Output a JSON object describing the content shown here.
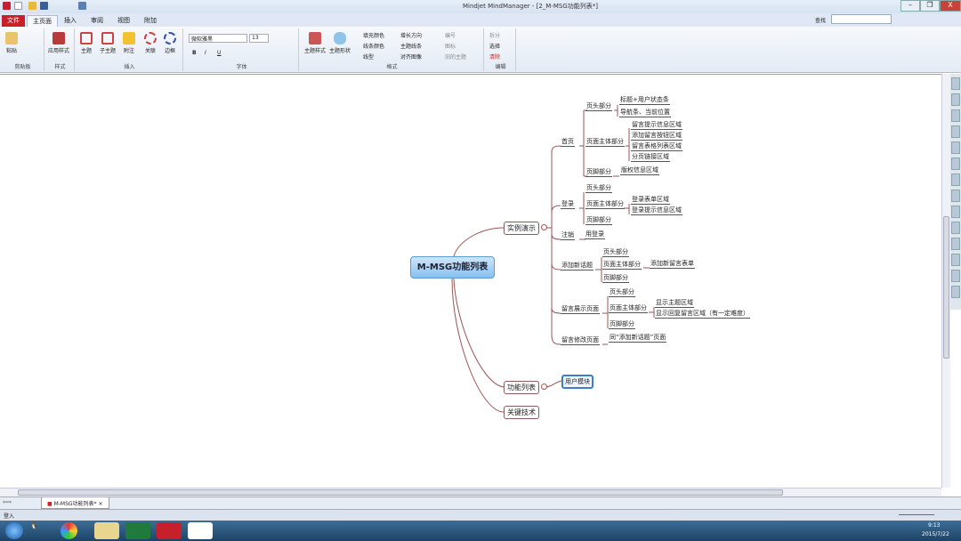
{
  "window": {
    "title": "Mindjet MindManager - [2_M-MSG功能列表*]",
    "close": "X"
  },
  "ribbon_tabs": [
    "文件",
    "主页面",
    "插入",
    "审阅",
    "视图",
    "附加"
  ],
  "ribbon": {
    "clipboard": {
      "label": "剪贴板",
      "paste": "粘贴"
    },
    "style": {
      "label": "样式",
      "item": "应用样式"
    },
    "insert": {
      "label": "插入",
      "items": [
        "主题",
        "子主题",
        "附注",
        "关联",
        "边框"
      ]
    },
    "font": {
      "label": "字体",
      "name": "微软雅黑",
      "size": "13",
      "bold": "B",
      "italic": "I",
      "underline": "U"
    },
    "format": {
      "label": "格式",
      "items": [
        "主题样式",
        "主题形状"
      ],
      "small": [
        "填充颜色",
        "线条颜色",
        "线型",
        "增长方向",
        "主题线条",
        "对齐图像",
        "编号",
        "图标",
        "旧的主题"
      ]
    },
    "edit": {
      "label": "编辑",
      "items": [
        "拆分",
        "选择",
        "清除"
      ]
    }
  },
  "search": {
    "label": "查找",
    "value": ""
  },
  "mindmap": {
    "central": "M-MSG功能列表",
    "main": [
      "实例演示",
      "功能列表",
      "关键技术"
    ],
    "selected": "用户模块",
    "sections": [
      {
        "label": "首页",
        "children": [
          {
            "label": "页头部分",
            "children": [
              "标题+用户状态条",
              "导航条、当前位置"
            ]
          },
          {
            "label": "页面主体部分",
            "children": [
              "留言提示信息区域",
              "添加留言按钮区域",
              "留言表格列表区域",
              "分页链接区域"
            ]
          },
          {
            "label": "页脚部分",
            "children": [
              "版权信息区域"
            ]
          }
        ]
      },
      {
        "label": "登录",
        "children": [
          {
            "label": "页头部分",
            "children": []
          },
          {
            "label": "页面主体部分",
            "children": [
              "登录表单区域",
              "登录提示信息区域"
            ]
          },
          {
            "label": "页脚部分",
            "children": []
          }
        ]
      },
      {
        "label": "注销",
        "children": [
          {
            "label": "用登录",
            "children": []
          }
        ]
      },
      {
        "label": "添加新话题",
        "children": [
          {
            "label": "页头部分",
            "children": []
          },
          {
            "label": "页面主体部分",
            "children": [
              "添加新留言表单"
            ]
          },
          {
            "label": "页脚部分",
            "children": []
          }
        ]
      },
      {
        "label": "留言展示页面",
        "children": [
          {
            "label": "页头部分",
            "children": []
          },
          {
            "label": "页面主体部分",
            "children": [
              "显示主题区域",
              "显示回复留言区域（有一定难度）"
            ]
          },
          {
            "label": "页脚部分",
            "children": []
          }
        ]
      },
      {
        "label": "留言修改页面",
        "children": [
          {
            "label": "同“添加新话题”页面",
            "children": []
          }
        ]
      }
    ]
  },
  "doc_tab": "M-MSG功能列表*",
  "status": {
    "left": "登入"
  },
  "clock": {
    "time": "9:13",
    "date": "2015/7/22"
  }
}
